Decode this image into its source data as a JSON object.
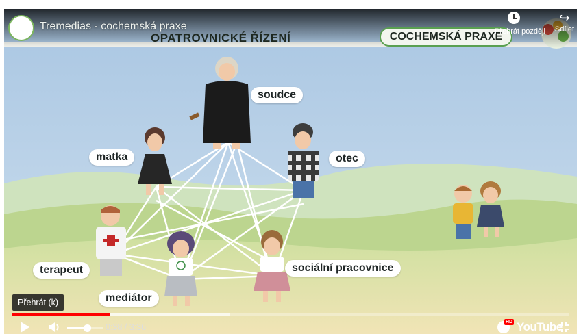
{
  "player": {
    "video_title": "Tremedias - cochemská praxe",
    "watch_later_label": "Přehrát později",
    "share_label": "Sdílet",
    "play_tooltip": "Přehrát (k)",
    "time_display": "0:38 / 3:36",
    "played_fraction": 0.176,
    "buffered_fraction": 0.39,
    "volume_fraction": 0.55,
    "brand_text": "YouTube",
    "hd_badge": "HD",
    "accent_color": "#ff0000"
  },
  "video": {
    "banner_left": "OPATROVNICKÉ ŘÍZENÍ",
    "banner_right": "COCHEMSKÁ PRAXE",
    "labels": {
      "judge": "soudce",
      "mother": "matka",
      "father": "otec",
      "therapist": "terapeut",
      "mediator": "mediátor",
      "social_worker": "sociální pracovnice"
    }
  }
}
